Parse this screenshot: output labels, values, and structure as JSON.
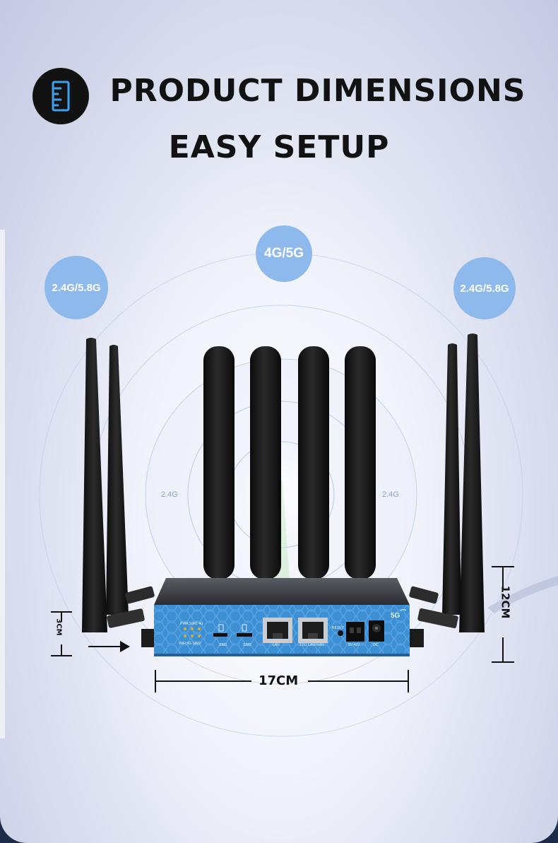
{
  "header": {
    "title_line1": "PRODUCT DIMENSIONS",
    "title_line2": "EASY SETUP",
    "icon": "ruler-icon"
  },
  "bubbles": {
    "left": "2.4G/5.8G",
    "center": "4G/5G",
    "right": "2.4G/5.8G"
  },
  "signal_bands": {
    "left": "2.4G",
    "right": "2.4G"
  },
  "dimensions": {
    "width": "17CM",
    "height": "12CM",
    "depth": "3CM"
  },
  "router_panel": {
    "port_labels": [
      "SIM1",
      "SIM2",
      "LAN",
      "2.5G LAN/WAN",
      "RESET",
      "5V-48V",
      "DC"
    ],
    "led_labels": [
      "PWR",
      "SIM1",
      "4G",
      "WiFi",
      "5G",
      "SIM2"
    ],
    "badge": "5G",
    "body_color": "#3d8fd4",
    "accent_color": "#8db9ec"
  },
  "colors": {
    "title": "#121212",
    "bubble": "#8db9ec"
  }
}
